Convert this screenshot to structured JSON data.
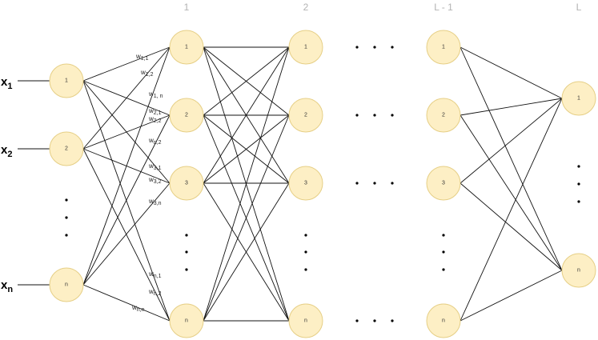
{
  "layers": {
    "input": {
      "nodes": [
        "1",
        "2",
        "n"
      ],
      "inputs": [
        {
          "base": "x",
          "sub": "1"
        },
        {
          "base": "x",
          "sub": "2"
        },
        {
          "base": "x",
          "sub": "n"
        }
      ]
    },
    "hidden_1": {
      "title": "1",
      "nodes": [
        "1",
        "2",
        "3",
        "n"
      ]
    },
    "hidden_2": {
      "title": "2",
      "nodes": [
        "1",
        "2",
        "3",
        "n"
      ]
    },
    "hidden_L_minus_1": {
      "title": "L - 1",
      "nodes": [
        "1",
        "2",
        "3",
        "n"
      ]
    },
    "output": {
      "title": "L",
      "nodes": [
        "1",
        "n"
      ]
    }
  },
  "weights": [
    {
      "base": "w",
      "sub": "1,1"
    },
    {
      "base": "w",
      "sub": "1,2"
    },
    {
      "base": "w",
      "sub": "1, n"
    },
    {
      "base": "w",
      "sub": "2,1"
    },
    {
      "base": "w",
      "sub": "2,2"
    },
    {
      "base": "w",
      "sub": "n,2"
    },
    {
      "base": "w",
      "sub": "3,1"
    },
    {
      "base": "w",
      "sub": "3,2"
    },
    {
      "base": "w",
      "sub": "3,n"
    },
    {
      "base": "w",
      "sub": "n,1"
    },
    {
      "base": "w",
      "sub": "n,2"
    },
    {
      "base": "w",
      "sub": "n,n"
    }
  ],
  "colors": {
    "node_fill": "#fdefc5",
    "node_stroke": "#e6cf86",
    "edge": "#111111",
    "layer_title": "#b3b3b3"
  }
}
